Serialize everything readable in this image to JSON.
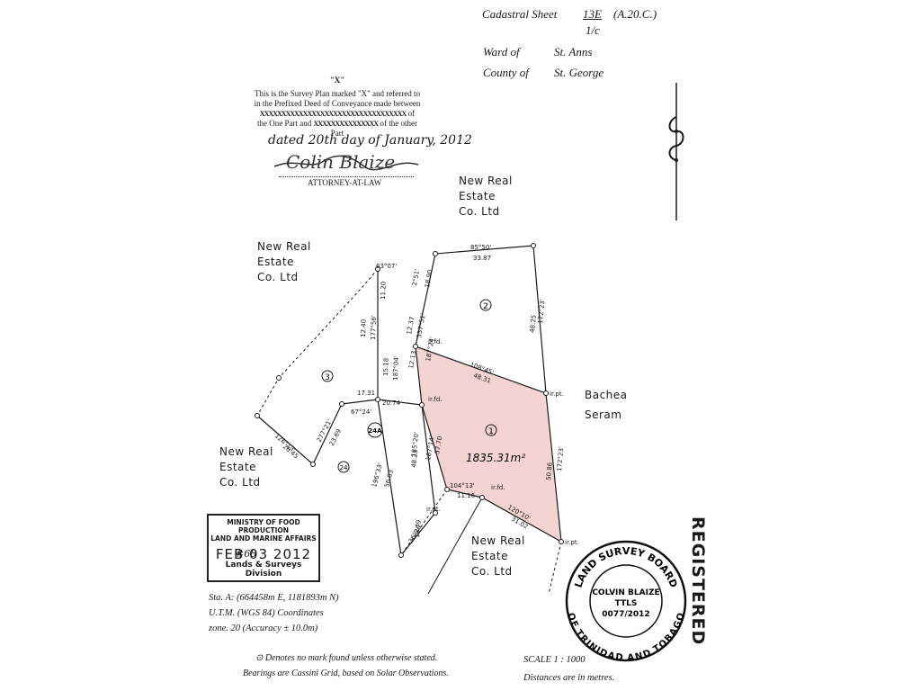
{
  "header": {
    "cadastral_sheet_label": "Cadastral Sheet",
    "sheet_number": "13E",
    "sheet_fraction": "1/c",
    "sheet_ref": "(A.20.C.)",
    "ward_label": "Ward of",
    "ward_value": "St. Anns",
    "county_label": "County of",
    "county_value": "St. George"
  },
  "deed_block": {
    "mark": "\"X\"",
    "line1": "This is the Survey Plan marked \"X\" and referred to",
    "line2": "in the Prefixed Deed of Conveyance made between",
    "line3_redacted": "XXXXXXXXXXXXXXXXXXXXXXXXXXXXXXXXXX",
    "line3_tail": "of",
    "line4_head": "the One Part and",
    "line4_redacted": "XXXXXXXXXXXXXXX",
    "line4_tail": "of the other",
    "line5": "Part",
    "handwritten_date": "dated 20th day of January, 2012",
    "signature": "Colin Blaize",
    "attorney": "ATTORNEY-AT-LAW"
  },
  "owners": [
    {
      "line1": "New Real",
      "line2": "Estate",
      "line3": "Co. Ltd"
    },
    {
      "line1": "New Real",
      "line2": "Estate",
      "line3": "Co. Ltd"
    },
    {
      "line1": "New Real",
      "line2": "Estate",
      "line3": "Co. Ltd"
    },
    {
      "line1": "New Real",
      "line2": "Estate",
      "line3": "Co. Ltd"
    }
  ],
  "neighbor": {
    "line1": "Bachea",
    "line2": "Seram"
  },
  "lots": {
    "lot1": "1",
    "lot2": "2",
    "lot3": "3",
    "lot24": "24",
    "lot24a": "24A",
    "area": "1835.31m²"
  },
  "bearings": {
    "top": "85°50'",
    "top_dist": "33.87",
    "right_upper": "172°23'",
    "right_upper_dist": "48.25",
    "mid": "108°45'",
    "mid_dist": "48.31",
    "right_lower": "172°23'",
    "right_lower_dist": "50.86",
    "bottom": "120°10'",
    "bottom_dist": "31.02",
    "bl": "104°13'",
    "bl_dist": "11.16",
    "left_a": "187°14'",
    "left_a_dist": "37.70",
    "left_b": "187°24'",
    "left_b_dist": "12.13",
    "left_c": "357°51'",
    "left_c_dist": "12.37",
    "left_d": "2°51'",
    "left_d_dist": "18.90",
    "c1": "63°07'",
    "c2": "11.20",
    "c3": "177°56'",
    "c4": "12.40",
    "c5": "187°04'",
    "c6": "15.18",
    "l3a": "67°24'",
    "l3a_dist": "17.31",
    "l3b": "20.74",
    "l24a": "187°24'",
    "l24a_dist": "48.23",
    "l24b": "196°33'",
    "l24b_dist": "56.83",
    "l24c": "185°20'",
    "l24c_dist": "48.23",
    "l24d": "36°26'",
    "l24d_dist": "18.79",
    "sw1": "277°21'",
    "sw1_dist": "23.69",
    "sw2": "126°13'",
    "sw2_dist": "26.45",
    "irfd": "ir.fd.",
    "irpt": "ir.pt."
  },
  "ministry_stamp": {
    "line1": "MINISTRY OF FOOD PRODUCTION",
    "line2": "LAND AND MARINE AFFAIRS",
    "date": "FEB 03 2012",
    "handwritten": "#68",
    "division": "Lands & Surveys Division"
  },
  "coordinates": {
    "line1": "Sta. A: (664458m E, 1181893m N)",
    "line2": "U.T.M. (WGS 84) Coordinates",
    "line3": "zone. 20 (Accuracy ± 10.0m)"
  },
  "footer": {
    "note1": "Denotes no mark found unless otherwise stated.",
    "note2": "Bearings are Cassini Grid, based on Solar Observations.",
    "scale": "SCALE   1 : 1000",
    "distances": "Distances are in metres."
  },
  "board_seal": {
    "top": "LAND SURVEY BOARD",
    "bottom": "OF TRINIDAD AND TOBAGO",
    "name": "COLVIN BLAIZE",
    "title": "TTLS",
    "number": "0077/2012"
  },
  "registered": "REGISTERED",
  "colors": {
    "lot1_fill": "#f4d3d3",
    "ink": "#1a1a1a"
  }
}
